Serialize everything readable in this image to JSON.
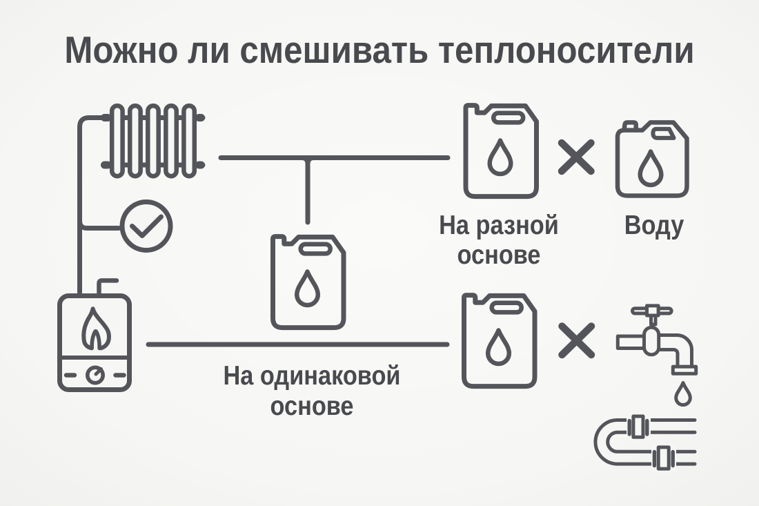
{
  "title": "Можно ли смешивать теплоносители",
  "labels": {
    "different_base": {
      "line1": "На разной",
      "line2": "основе"
    },
    "water": "Воду",
    "same_base": {
      "line1": "На одинаковой",
      "line2": "основе"
    }
  },
  "icons": {
    "radiator": "radiator-icon",
    "check": "check-circle-icon",
    "boiler": "boiler-icon",
    "canister": "jerrycan-icon",
    "water_canister": "water-canister-icon",
    "cross": "cross-icon",
    "faucet": "faucet-icon",
    "pipe": "pipe-icon"
  },
  "colors": {
    "background": "#f6f6f4",
    "stroke": "#54555a",
    "text": "#494a4e"
  }
}
